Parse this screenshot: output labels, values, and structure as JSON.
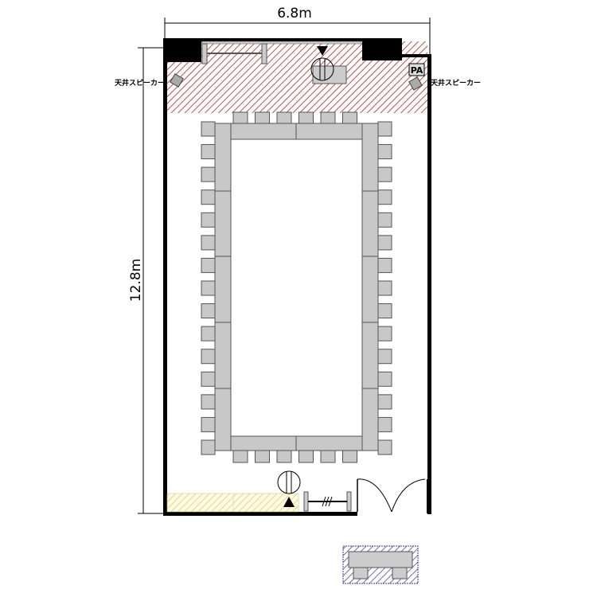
{
  "dimensions": {
    "width_label": "6.8m",
    "height_label": "12.8m"
  },
  "labels": {
    "speaker_left": "天井スピーカー",
    "speaker_right": "天井スピーカー",
    "pa": "PA"
  },
  "layout": {
    "top_chairs": 6,
    "bottom_chairs": 6,
    "side_chairs_each": 15
  },
  "colors": {
    "stage_hatch": "#c0392b",
    "counter_hatch": "#e8e0a0",
    "legend_hatch": "#3a3a9a",
    "table": "#c8c8c8",
    "wall": "#000000"
  }
}
